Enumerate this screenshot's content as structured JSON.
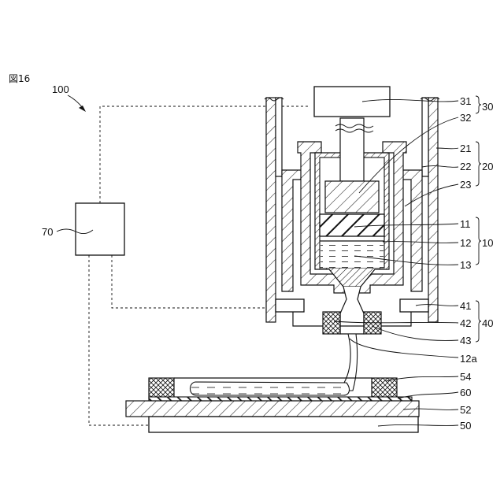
{
  "figure": {
    "number_label": "図16",
    "system_ref": "100"
  },
  "labels": {
    "l31": "31",
    "l30": "30",
    "l32": "32",
    "l21": "21",
    "l22": "22",
    "l20": "20",
    "l23": "23",
    "l11": "11",
    "l12": "12",
    "l10": "10",
    "l13": "13",
    "l41": "41",
    "l42": "42",
    "l40": "40",
    "l43": "43",
    "l12a": "12a",
    "l54": "54",
    "l60": "60",
    "l52": "52",
    "l50": "50",
    "l70": "70"
  }
}
